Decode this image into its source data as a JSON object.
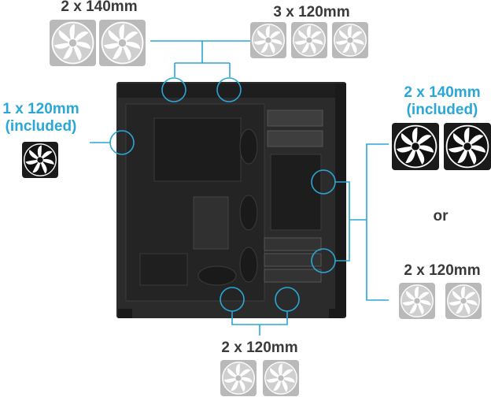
{
  "labels": {
    "top_left": "2 x 140mm",
    "top_right": "3 x 120mm",
    "left_line1": "1 x 120mm",
    "left_line2": "(included)",
    "right_top_line1": "2 x 140mm",
    "right_top_line2": "(included)",
    "right_or": "or",
    "right_bottom": "2 x 120mm",
    "bottom": "2 x 120mm"
  },
  "colors": {
    "accent": "#2aa7d6",
    "fan_gray": "#b9b9b9",
    "fan_black": "#1b1b1b",
    "case_body": "#2b2b2b",
    "text": "#3a3a3a"
  },
  "fan_groups": {
    "top_140": {
      "count": 2,
      "style": "gray"
    },
    "top_120": {
      "count": 3,
      "style": "gray"
    },
    "rear_120": {
      "count": 1,
      "style": "black"
    },
    "front_140": {
      "count": 2,
      "style": "black"
    },
    "front_120": {
      "count": 2,
      "style": "gray"
    },
    "bottom_120": {
      "count": 2,
      "style": "gray"
    }
  }
}
